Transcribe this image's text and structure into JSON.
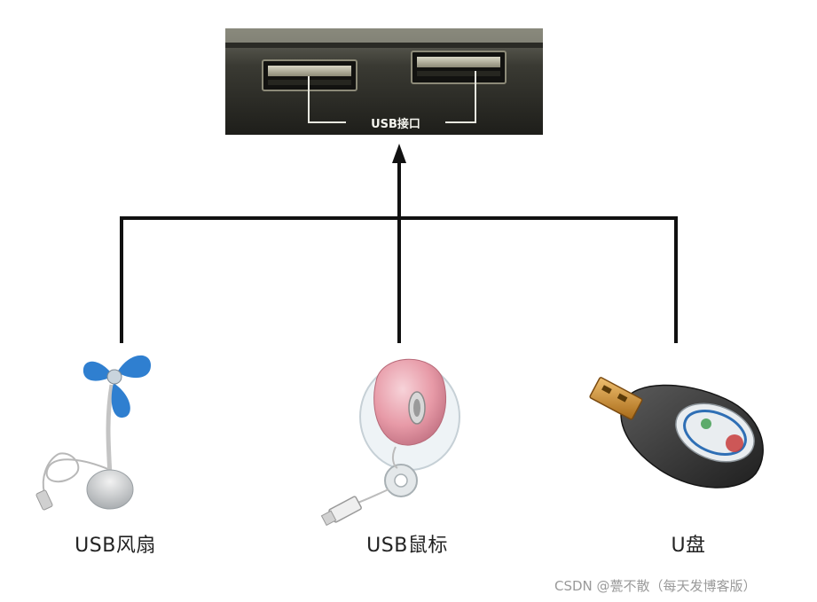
{
  "port_panel": {
    "label": "USB接口"
  },
  "devices": [
    {
      "id": "fan",
      "label": "USB风扇"
    },
    {
      "id": "mouse",
      "label": "USB鼠标"
    },
    {
      "id": "udisk",
      "label": "U盘"
    }
  ],
  "watermark": "CSDN @甍不散（每天发博客版）",
  "colors": {
    "connector_line": "#111111",
    "fan_blade": "#2f7fd0",
    "mouse_shell": "#e89aa6",
    "udisk_body": "#3b3b3b",
    "udisk_plug": "#c88a28"
  }
}
